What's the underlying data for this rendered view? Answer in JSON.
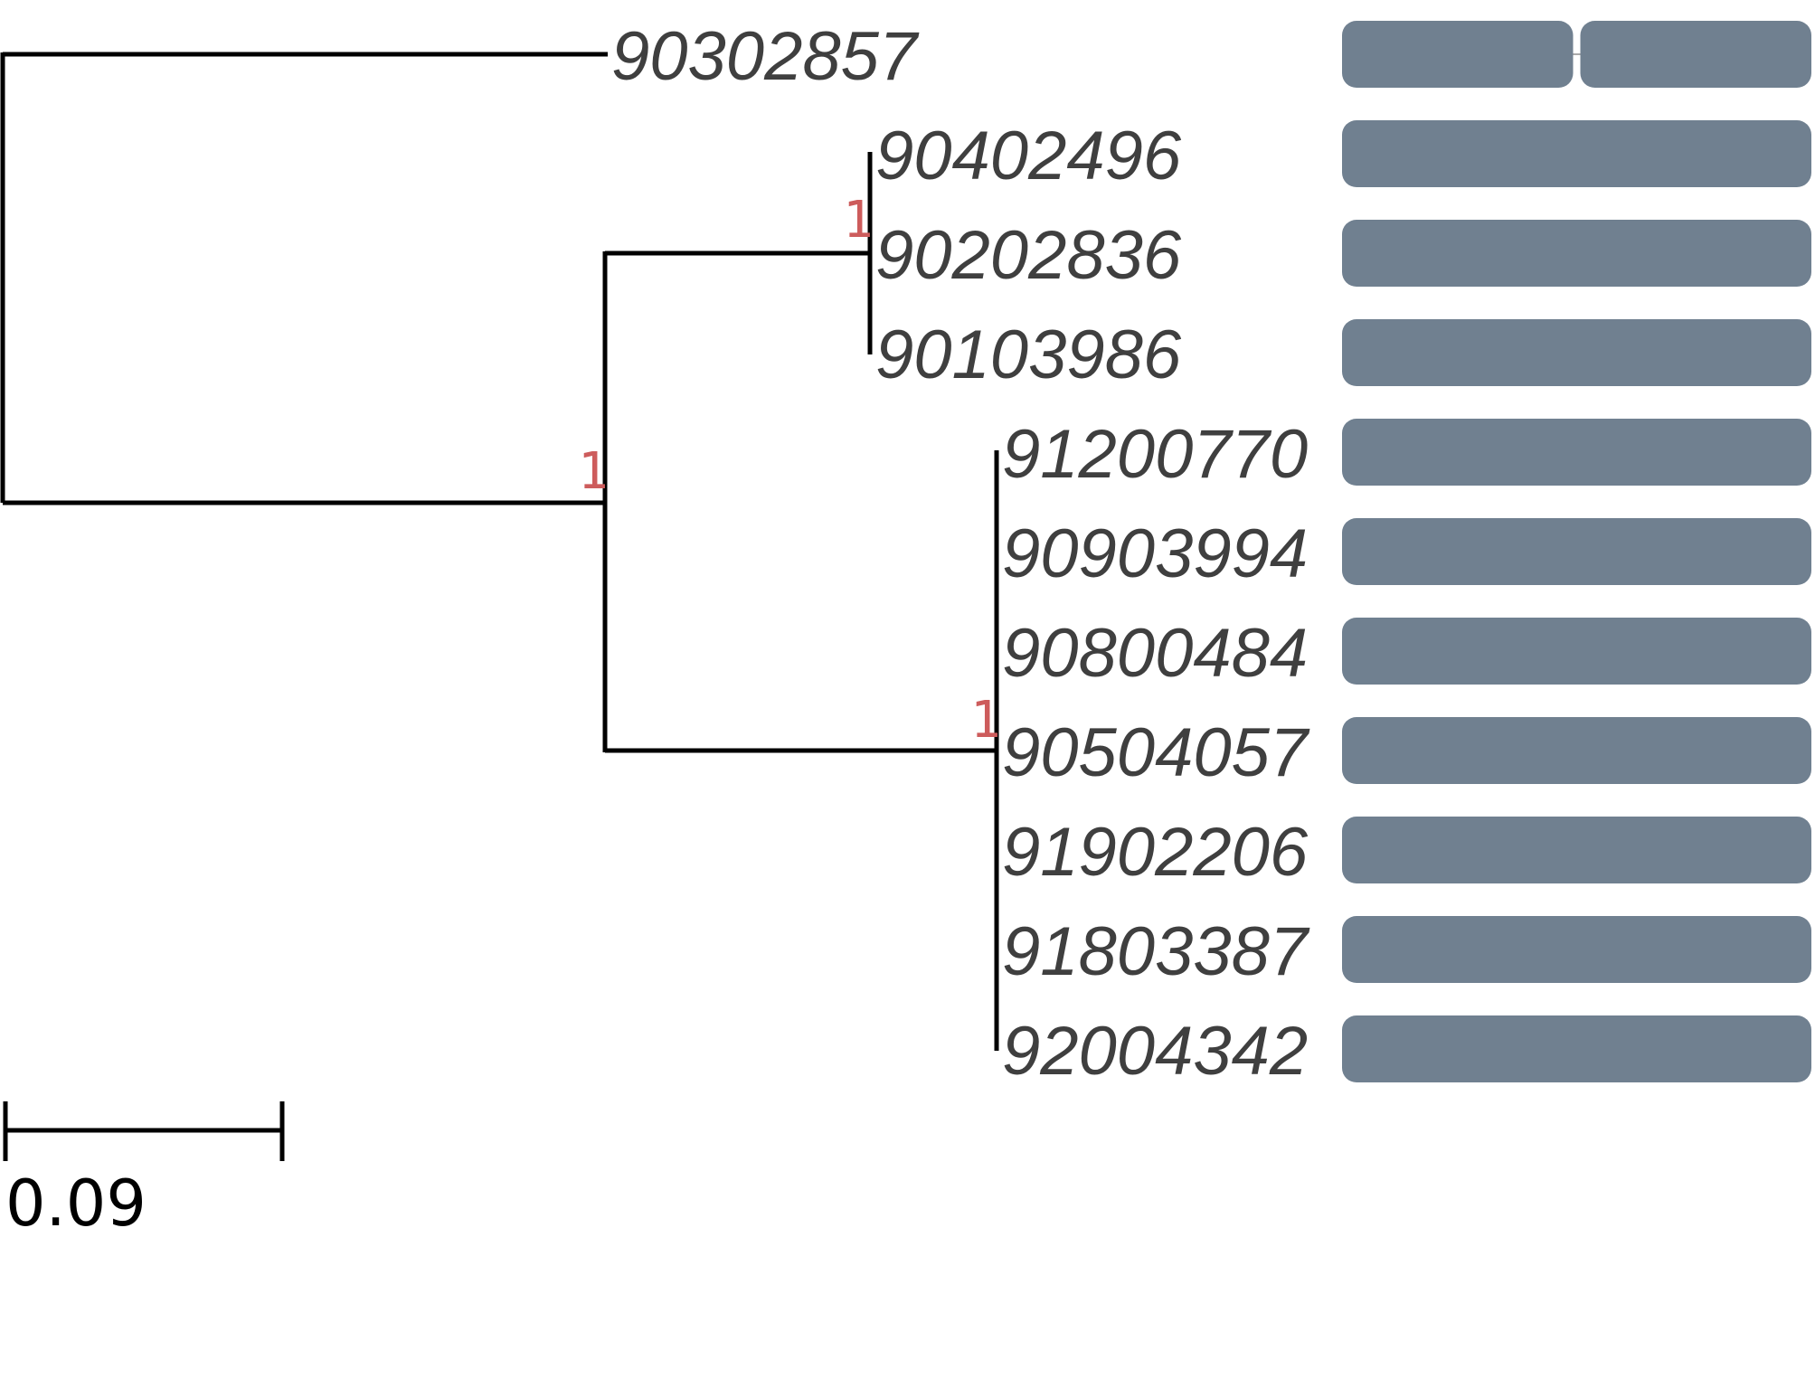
{
  "colors": {
    "branch": "#000000",
    "label": "#3f3f3f",
    "support": "#cd5c5c",
    "domain": "#708090",
    "scale": "#000000"
  },
  "leaves": [
    {
      "name": "90302857",
      "domain_segments": 2
    },
    {
      "name": "90402496",
      "domain_segments": 1
    },
    {
      "name": "90202836",
      "domain_segments": 1
    },
    {
      "name": "90103986",
      "domain_segments": 1
    },
    {
      "name": "91200770",
      "domain_segments": 1
    },
    {
      "name": "90903994",
      "domain_segments": 1
    },
    {
      "name": "90800484",
      "domain_segments": 1
    },
    {
      "name": "90504057",
      "domain_segments": 1
    },
    {
      "name": "91902206",
      "domain_segments": 1
    },
    {
      "name": "91803387",
      "domain_segments": 1
    },
    {
      "name": "92004342",
      "domain_segments": 1
    }
  ],
  "support_values": [
    {
      "node": "root-child-clade",
      "value": "1"
    },
    {
      "node": "clade-904-901",
      "value": "1"
    },
    {
      "node": "clade-912-920",
      "value": "1"
    }
  ],
  "scale_bar": {
    "value": 0.09,
    "label": "0.09"
  }
}
